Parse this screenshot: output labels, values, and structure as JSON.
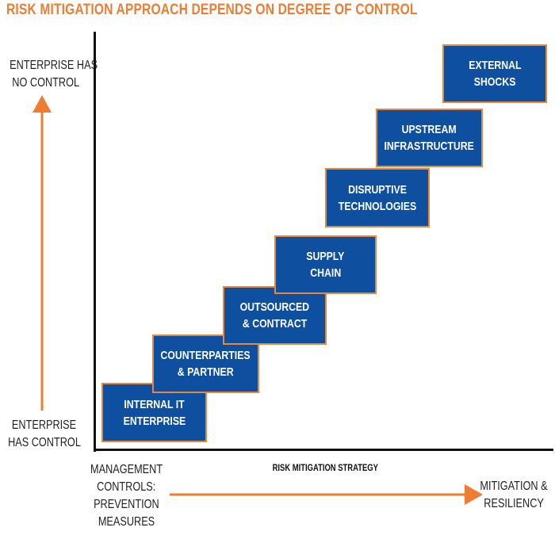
{
  "title": "RISK MITIGATION APPROACH DEPENDS ON DEGREE OF CONTROL",
  "y_axis": {
    "top_label": [
      "ENTERPRISE HAS",
      "NO CONTROL"
    ],
    "bottom_label": [
      "ENTERPRISE",
      "HAS CONTROL"
    ]
  },
  "x_axis": {
    "left_label": [
      "MANAGEMENT",
      "CONTROLS:",
      "PREVENTION",
      "MEASURES"
    ],
    "center_label": "RISK MITIGATION STRATEGY",
    "right_label": [
      "MITIGATION &",
      "RESILIENCY"
    ]
  },
  "steps": [
    [
      "INTERNAL IT",
      "ENTERPRISE"
    ],
    [
      "COUNTERPARTIES",
      "& PARTNER"
    ],
    [
      "OUTSOURCED",
      "& CONTRACT"
    ],
    [
      "SUPPLY",
      "CHAIN"
    ],
    [
      "DISRUPTIVE",
      "TECHNOLOGIES"
    ],
    [
      "UPSTREAM",
      "INFRASTRUCTURE"
    ],
    [
      "EXTERNAL",
      "SHOCKS"
    ]
  ],
  "colors": {
    "accent": "#ee7d31",
    "box_fill": "#0f4fa0",
    "box_border": "#e8873a",
    "axis": "#111111"
  }
}
